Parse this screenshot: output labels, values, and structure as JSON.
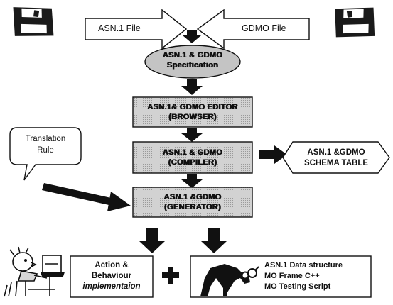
{
  "inputs": {
    "asn1_file": "ASN.1 File",
    "gdmo_file": "GDMO File"
  },
  "spec_ellipse": {
    "line1": "ASN.1 & GDMO",
    "line2": "Specification"
  },
  "editor_box": {
    "line1": "ASN.1& GDMO EDITOR",
    "line2": "(BROWSER)"
  },
  "compiler_box": {
    "line1": "ASN.1 & GDMO",
    "line2": "(COMPILER)"
  },
  "schema_table": {
    "line1": "ASN.1 &GDMO",
    "line2": "SCHEMA TABLE"
  },
  "translation_rule": {
    "line1": "Translation",
    "line2": "Rule"
  },
  "generator_box": {
    "line1": "ASN.1 &GDMO",
    "line2": "(GENERATOR)"
  },
  "action_box": {
    "line1": "Action &",
    "line2": "Behaviour",
    "line3": "implementaion"
  },
  "outputs_box": {
    "line1": "ASN.1 Data structure",
    "line2": "MO Frame C++",
    "line3": "MO Testing Script"
  },
  "colors": {
    "box_fill": "#c8c8c8",
    "ellipse_fill": "#c4c4c4",
    "stroke": "#111111",
    "background": "#ffffff"
  }
}
